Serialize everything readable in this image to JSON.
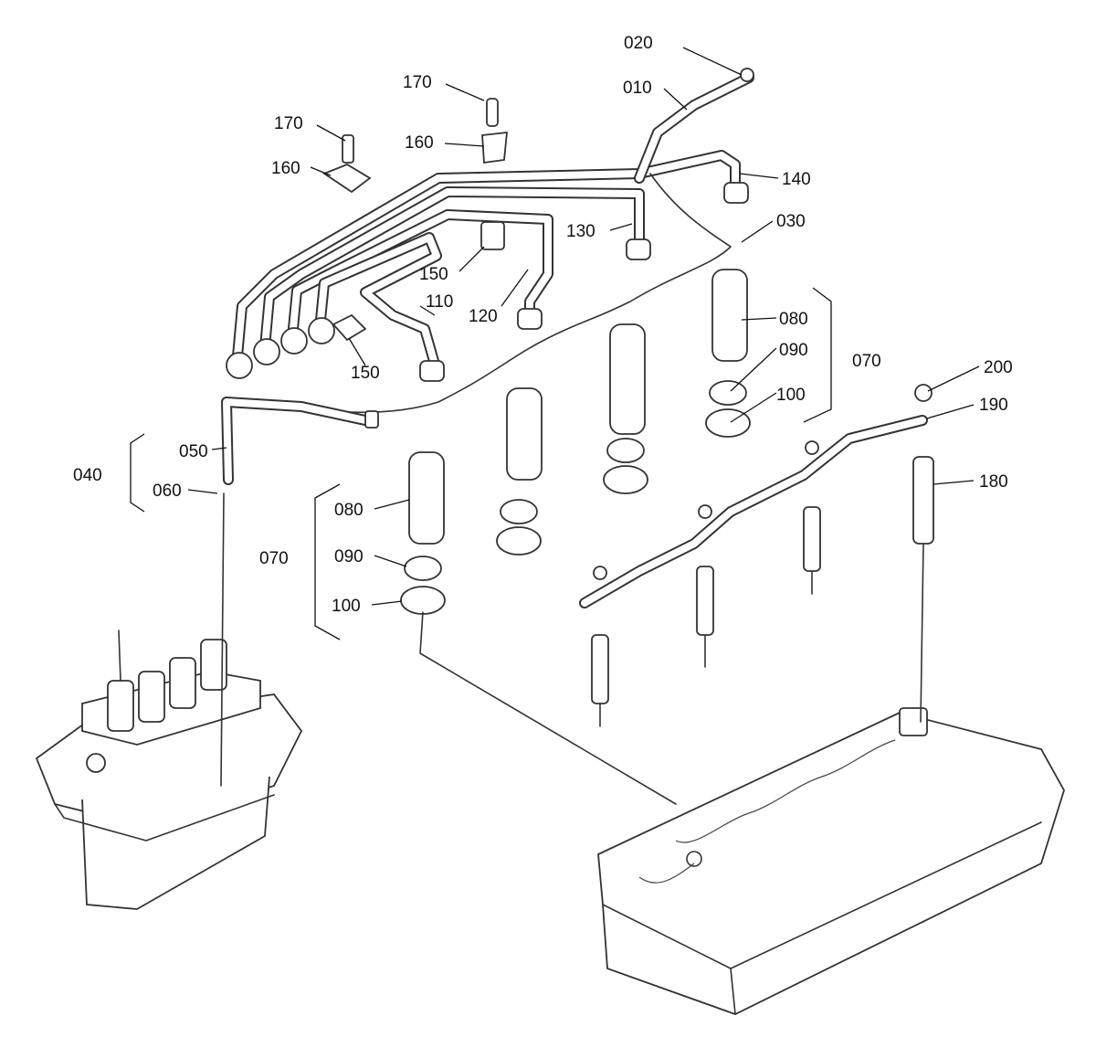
{
  "callouts": {
    "c020": "020",
    "c010": "010",
    "c170a": "170",
    "c170b": "170",
    "c160a": "160",
    "c160b": "160",
    "c140": "140",
    "c030": "030",
    "c130": "130",
    "c150a": "150",
    "c150b": "150",
    "c120": "120",
    "c110": "110",
    "c080a": "080",
    "c090a": "090",
    "c100a": "100",
    "c070a": "070",
    "c200": "200",
    "c190": "190",
    "c180": "180",
    "c040": "040",
    "c050": "050",
    "c060": "060",
    "c080b": "080",
    "c090b": "090",
    "c100b": "100",
    "c070b": "070"
  }
}
